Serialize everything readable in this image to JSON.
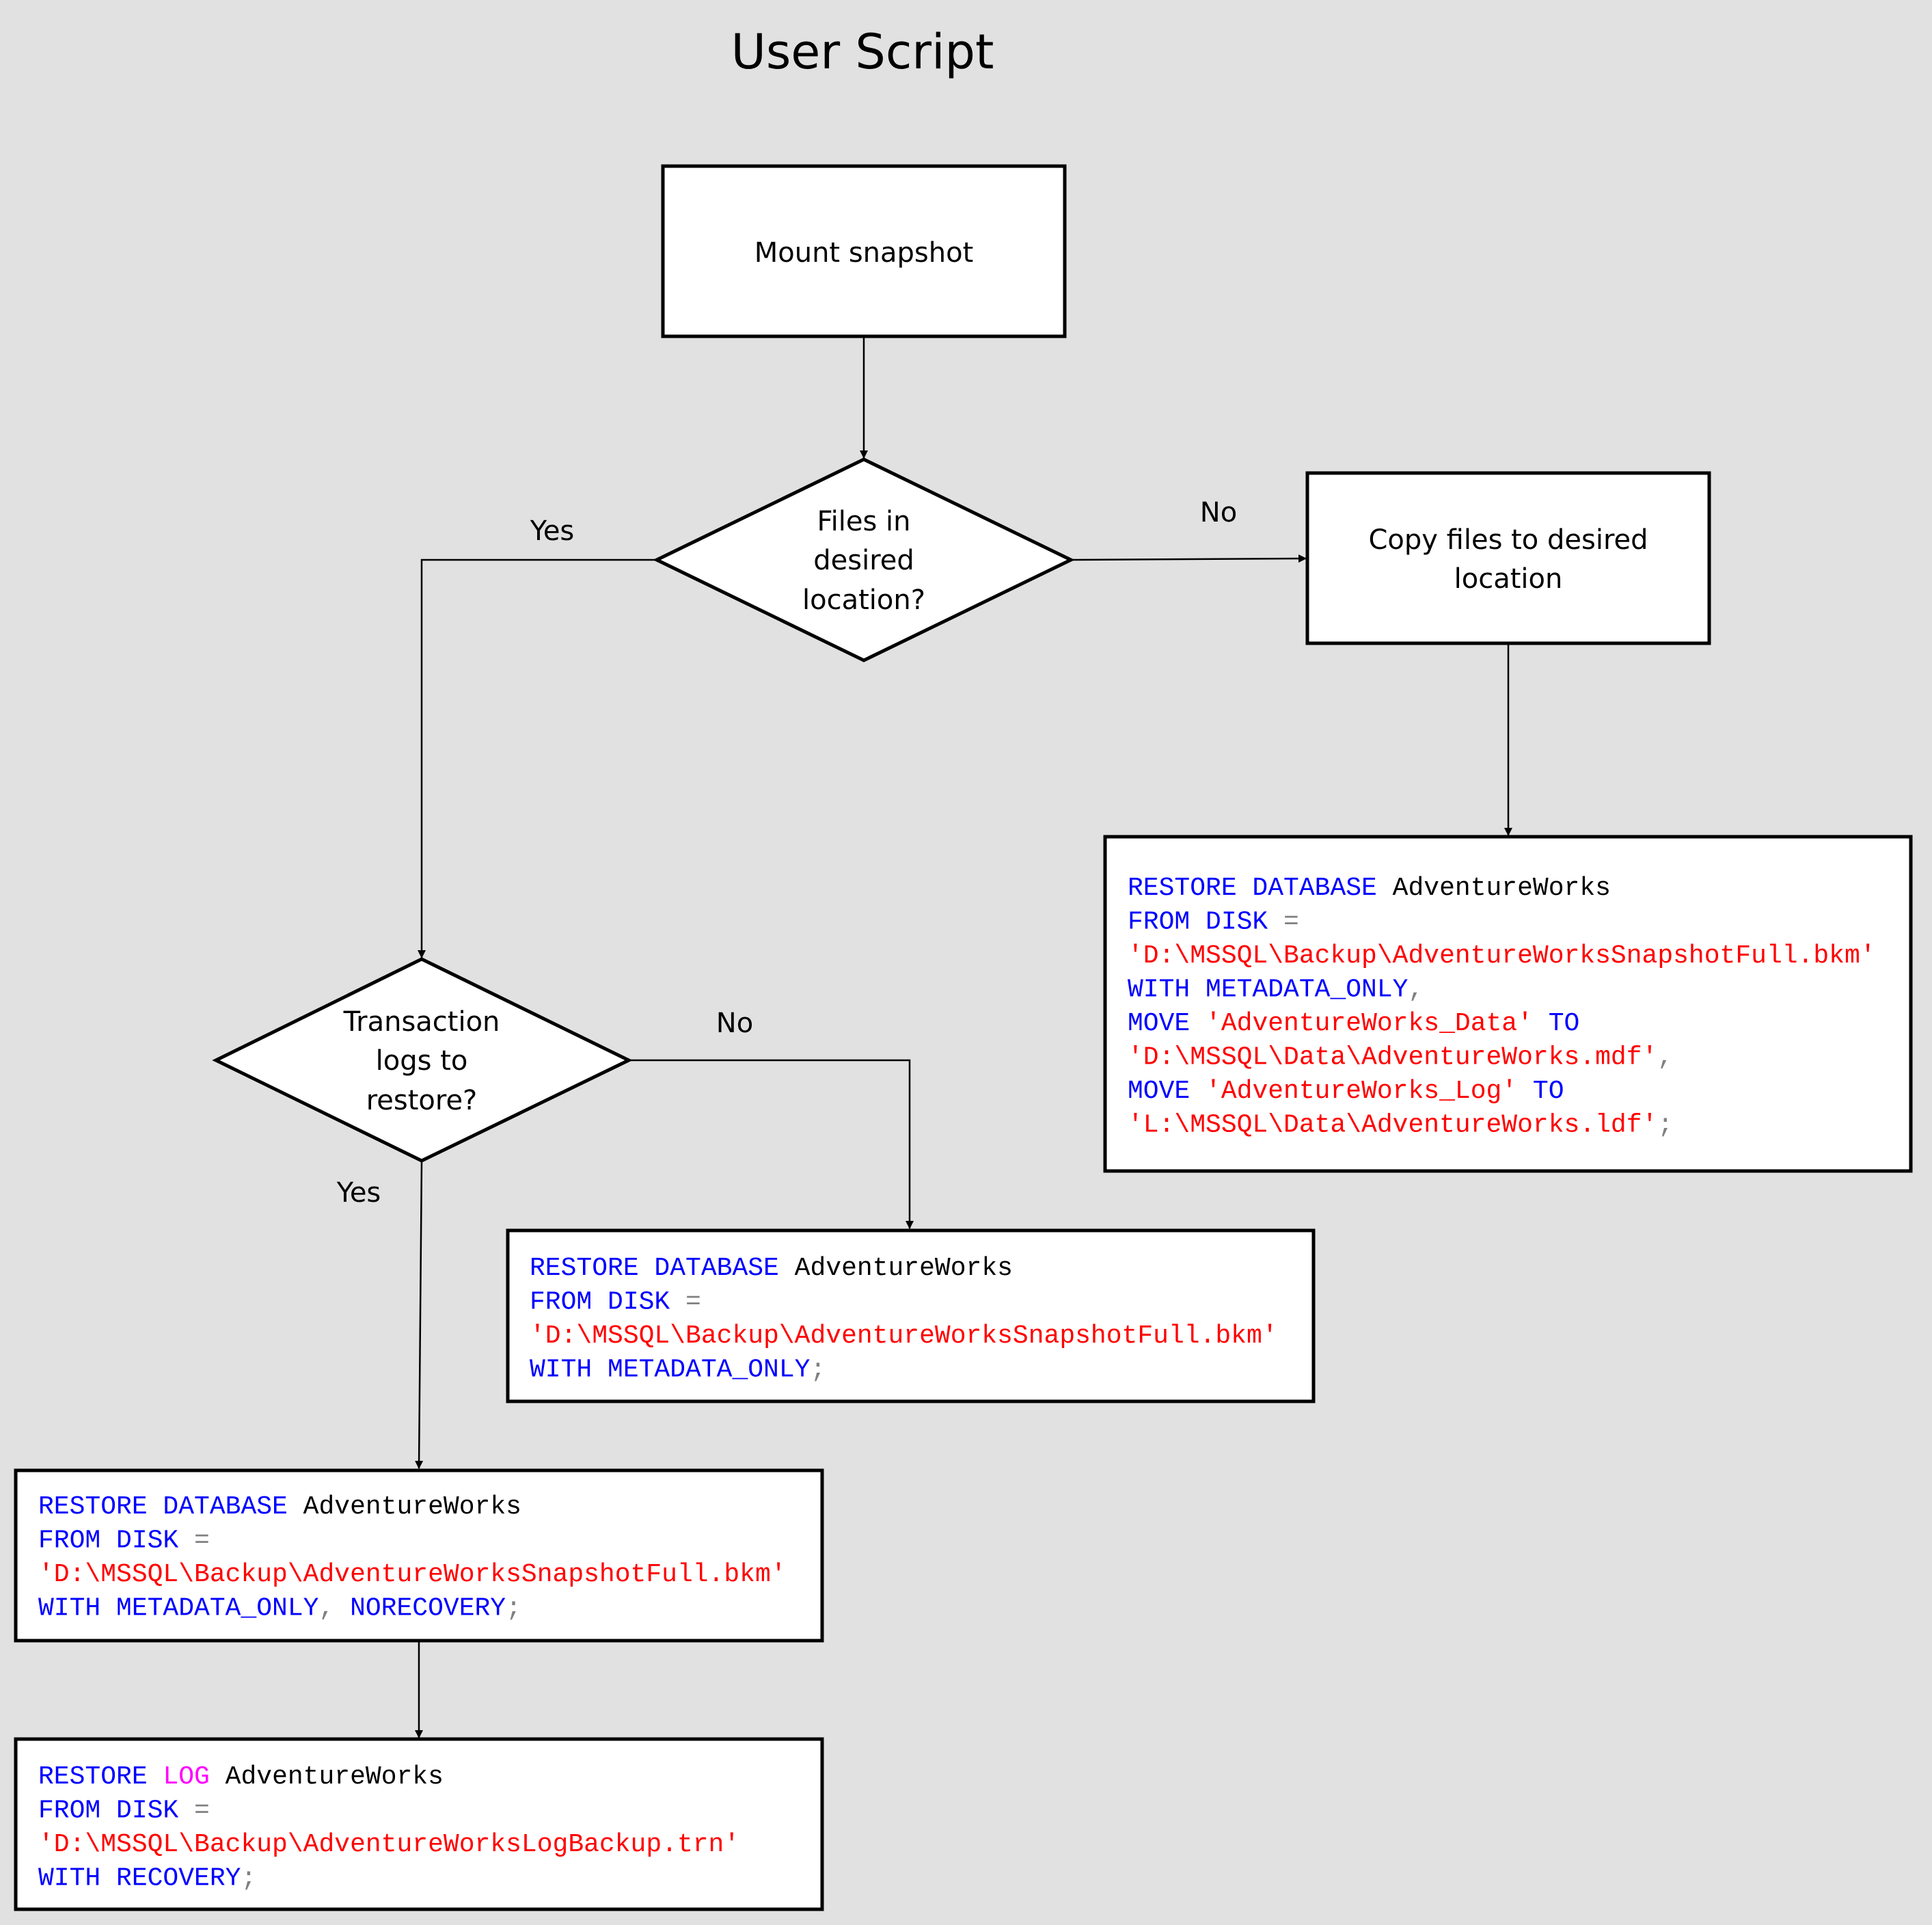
{
  "title": "User Script",
  "colors": {
    "background": "#e1e1e1",
    "keyword": "#0000ff",
    "string": "#ff0000",
    "identifier": "#000000",
    "operator": "#808080",
    "function": "#ff00ff"
  },
  "nodes": {
    "mount": "Mount snapshot",
    "files_decision": [
      "Files in",
      "desired",
      "location?"
    ],
    "copy": [
      "Copy files to desired",
      "location"
    ],
    "logs_decision": [
      "Transaction",
      "logs to",
      "restore?"
    ]
  },
  "edges": {
    "files_yes": "Yes",
    "files_no": "No",
    "logs_no": "No",
    "logs_yes": "Yes"
  },
  "code_blocks": {
    "move_restore": [
      [
        {
          "t": "RESTORE DATABASE ",
          "c": "keyword"
        },
        {
          "t": "AdventureWorks",
          "c": "identifier"
        }
      ],
      [
        {
          "t": "FROM DISK ",
          "c": "keyword"
        },
        {
          "t": "=",
          "c": "operator"
        }
      ],
      [
        {
          "t": "'D:\\MSSQL\\Backup\\AdventureWorksSnapshotFull.bkm'",
          "c": "string"
        }
      ],
      [
        {
          "t": "WITH METADATA_ONLY",
          "c": "keyword"
        },
        {
          "t": ",",
          "c": "operator"
        }
      ],
      [
        {
          "t": "MOVE ",
          "c": "keyword"
        },
        {
          "t": "'AdventureWorks_Data'",
          "c": "string"
        },
        {
          "t": " TO",
          "c": "keyword"
        }
      ],
      [
        {
          "t": "'D:\\MSSQL\\Data\\AdventureWorks.mdf'",
          "c": "string"
        },
        {
          "t": ",",
          "c": "operator"
        }
      ],
      [
        {
          "t": "MOVE ",
          "c": "keyword"
        },
        {
          "t": "'AdventureWorks_Log'",
          "c": "string"
        },
        {
          "t": " TO",
          "c": "keyword"
        }
      ],
      [
        {
          "t": "'L:\\MSSQL\\Data\\AdventureWorks.ldf'",
          "c": "string"
        },
        {
          "t": ";",
          "c": "operator"
        }
      ]
    ],
    "simple_restore": [
      [
        {
          "t": "RESTORE DATABASE ",
          "c": "keyword"
        },
        {
          "t": "AdventureWorks",
          "c": "identifier"
        }
      ],
      [
        {
          "t": "FROM DISK ",
          "c": "keyword"
        },
        {
          "t": "=",
          "c": "operator"
        }
      ],
      [
        {
          "t": "'D:\\MSSQL\\Backup\\AdventureWorksSnapshotFull.bkm'",
          "c": "string"
        }
      ],
      [
        {
          "t": "WITH METADATA_ONLY",
          "c": "keyword"
        },
        {
          "t": ";",
          "c": "operator"
        }
      ]
    ],
    "norecovery_restore": [
      [
        {
          "t": "RESTORE DATABASE ",
          "c": "keyword"
        },
        {
          "t": "AdventureWorks",
          "c": "identifier"
        }
      ],
      [
        {
          "t": "FROM DISK ",
          "c": "keyword"
        },
        {
          "t": "=",
          "c": "operator"
        }
      ],
      [
        {
          "t": "'D:\\MSSQL\\Backup\\AdventureWorksSnapshotFull.bkm'",
          "c": "string"
        }
      ],
      [
        {
          "t": "WITH METADATA_ONLY",
          "c": "keyword"
        },
        {
          "t": ", ",
          "c": "operator"
        },
        {
          "t": "NORECOVERY",
          "c": "keyword"
        },
        {
          "t": ";",
          "c": "operator"
        }
      ]
    ],
    "log_restore": [
      [
        {
          "t": "RESTORE ",
          "c": "keyword"
        },
        {
          "t": "LOG ",
          "c": "function"
        },
        {
          "t": "AdventureWorks",
          "c": "identifier"
        }
      ],
      [
        {
          "t": "FROM DISK ",
          "c": "keyword"
        },
        {
          "t": "=",
          "c": "operator"
        }
      ],
      [
        {
          "t": "'D:\\MSSQL\\Backup\\AdventureWorksLogBackup.trn'",
          "c": "string"
        }
      ],
      [
        {
          "t": "WITH RECOVERY",
          "c": "keyword"
        },
        {
          "t": ";",
          "c": "operator"
        }
      ]
    ]
  }
}
